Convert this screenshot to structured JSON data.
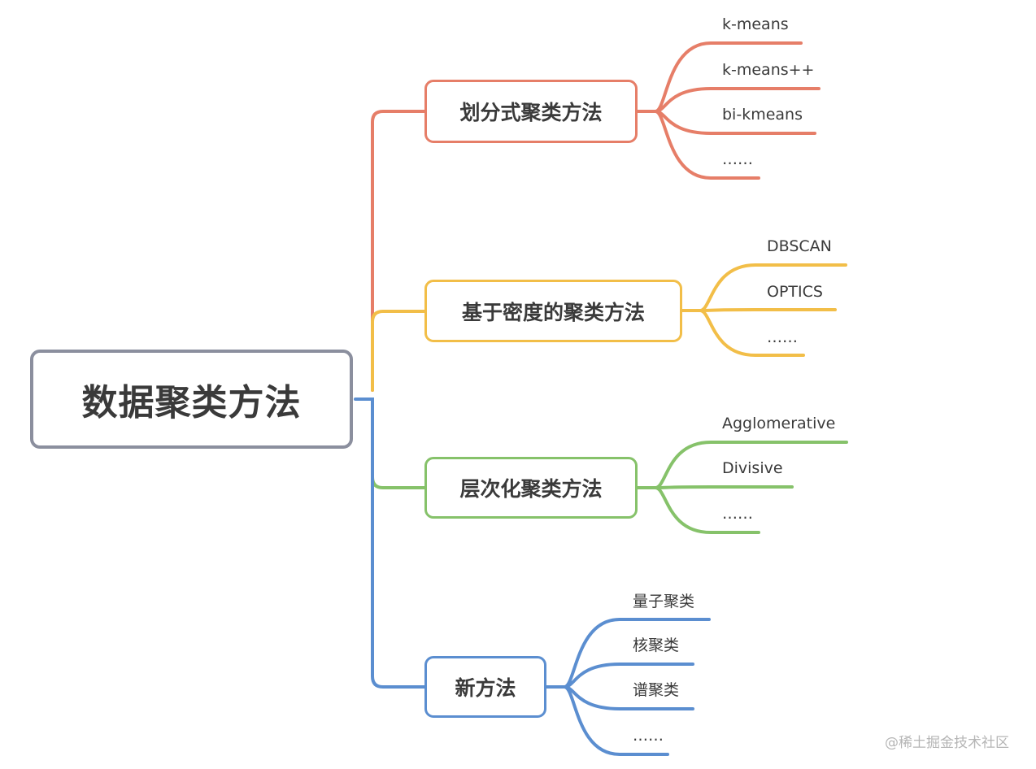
{
  "root": {
    "label": "数据聚类方法"
  },
  "branches": [
    {
      "label": "划分式聚类方法",
      "color": "#e67e68",
      "leaves": [
        "k-means",
        "k-means++",
        "bi-kmeans",
        "……"
      ]
    },
    {
      "label": "基于密度的聚类方法",
      "color": "#f2be48",
      "leaves": [
        "DBSCAN",
        "OPTICS",
        "……"
      ]
    },
    {
      "label": "层次化聚类方法",
      "color": "#86c26a",
      "leaves": [
        "Agglomerative",
        "Divisive",
        "……"
      ]
    },
    {
      "label": "新方法",
      "color": "#5b8ed0",
      "leaves": [
        "量子聚类",
        "核聚类",
        "谱聚类",
        "……"
      ]
    }
  ],
  "watermark": "@稀土掘金技术社区"
}
